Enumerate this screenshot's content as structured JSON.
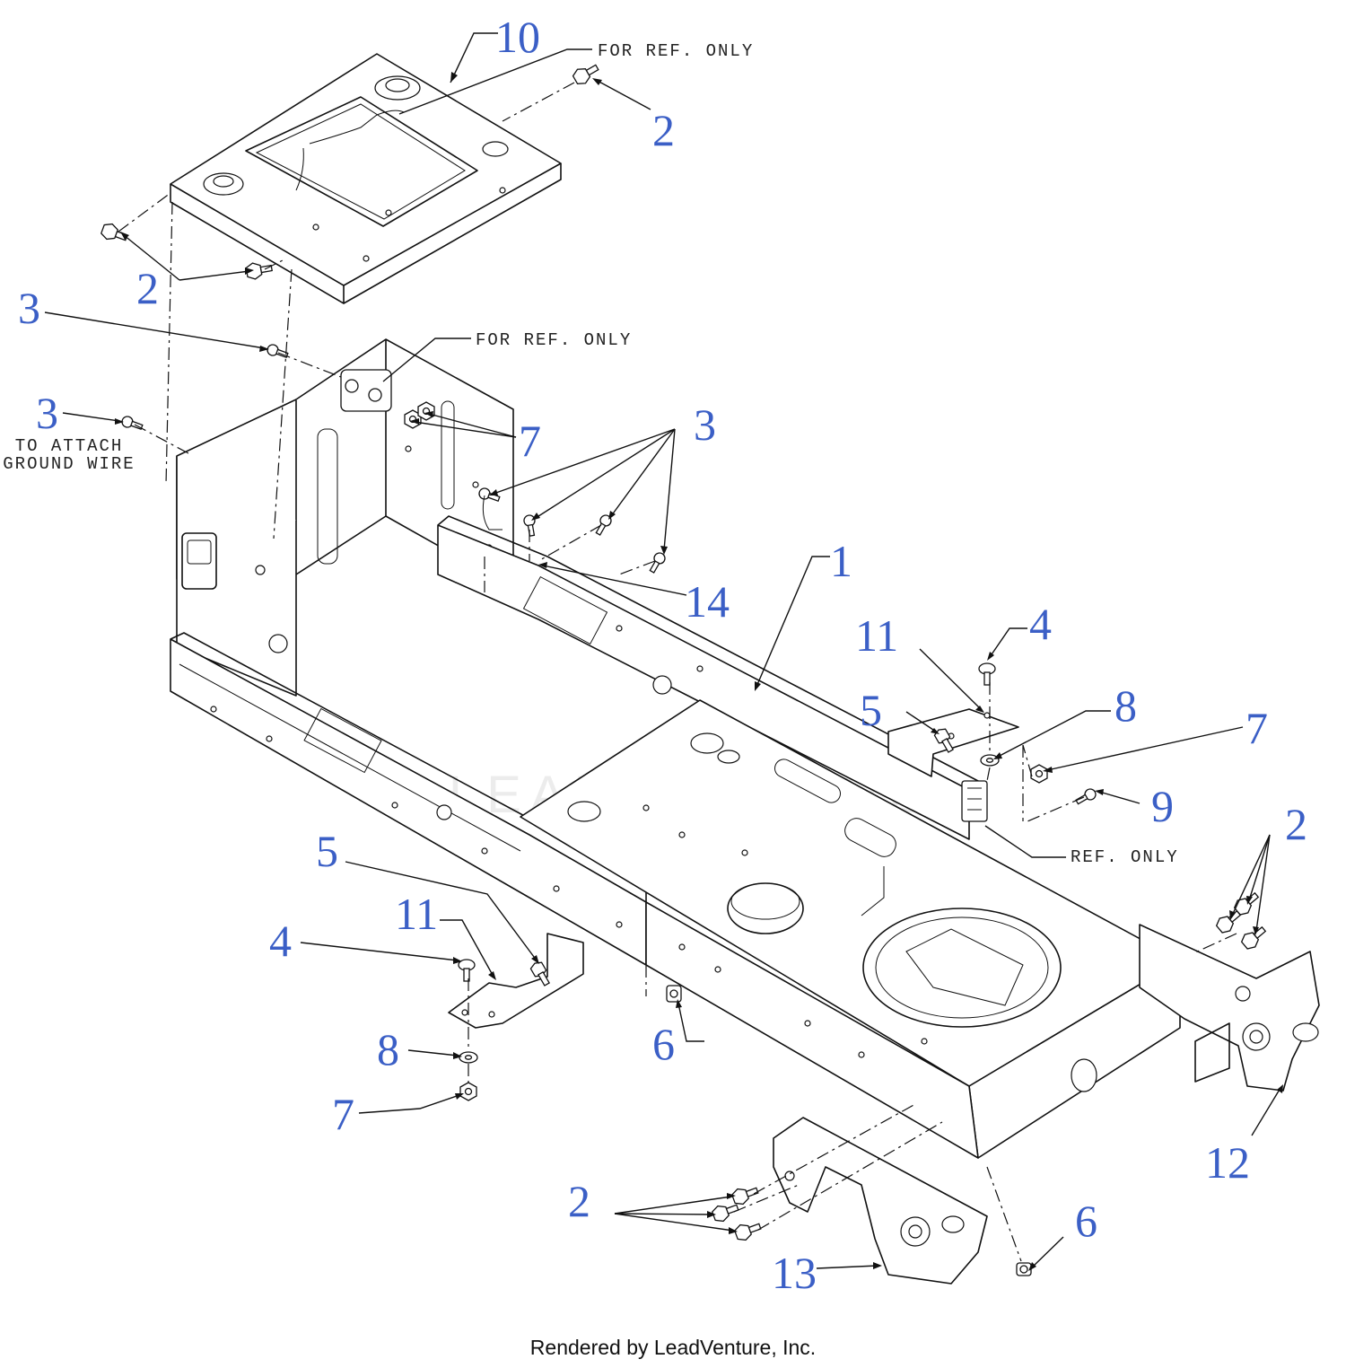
{
  "diagram": {
    "callouts": [
      "10",
      "2",
      "2",
      "3",
      "3",
      "7",
      "3",
      "1",
      "14",
      "11",
      "4",
      "5",
      "8",
      "7",
      "9",
      "2",
      "5",
      "11",
      "4",
      "8",
      "7",
      "6",
      "2",
      "6",
      "13",
      "12"
    ],
    "notes": {
      "ref_top": "FOR REF. ONLY",
      "ref_mid": "FOR REF. ONLY",
      "ground_line1": "TO ATTACH",
      "ground_line2": "GROUND WIRE",
      "ref_right": "REF. ONLY"
    },
    "watermark": "LEADVENTURE"
  },
  "footer": {
    "credit": "Rendered by LeadVenture, Inc."
  }
}
